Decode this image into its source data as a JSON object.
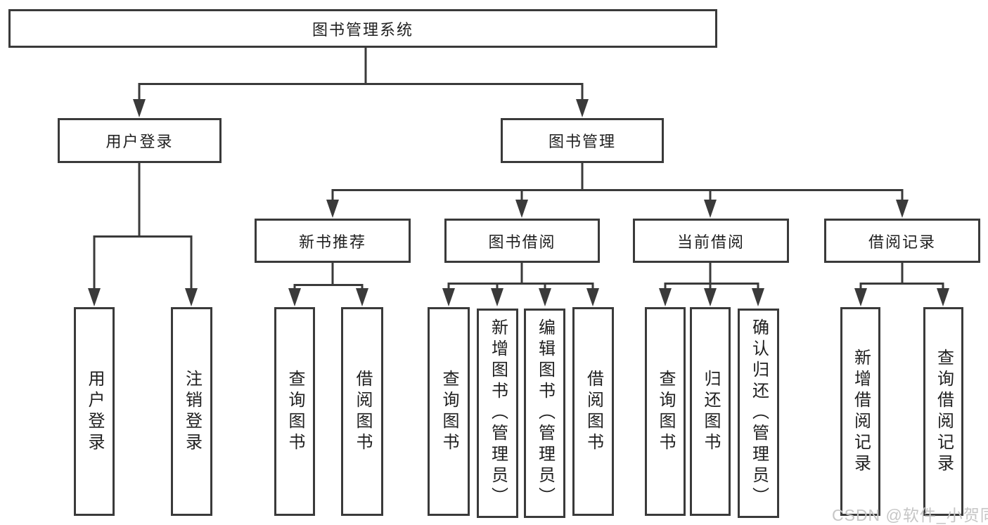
{
  "tree": {
    "root": {
      "label": "图书管理系统",
      "children": [
        {
          "label": "用户登录",
          "children": [
            {
              "label": "用户登录"
            },
            {
              "label": "注销登录"
            }
          ]
        },
        {
          "label": "图书管理",
          "children": [
            {
              "label": "新书推荐",
              "children": [
                {
                  "label": "查询图书"
                },
                {
                  "label": "借阅图书"
                }
              ]
            },
            {
              "label": "图书借阅",
              "children": [
                {
                  "label": "查询图书"
                },
                {
                  "label": "新增图书（管理员）"
                },
                {
                  "label": "编辑图书（管理员）"
                },
                {
                  "label": "借阅图书"
                }
              ]
            },
            {
              "label": "当前借阅",
              "children": [
                {
                  "label": "查询图书"
                },
                {
                  "label": "归还图书"
                },
                {
                  "label": "确认归还（管理员）"
                }
              ]
            },
            {
              "label": "借阅记录",
              "children": [
                {
                  "label": "新增借阅记录"
                },
                {
                  "label": "查询借阅记录"
                }
              ]
            }
          ]
        }
      ]
    }
  },
  "watermark": {
    "text": "CSDN @软件_小贺同学"
  },
  "colors": {
    "line": "#3a3a3a",
    "box_border": "#3a3a3a",
    "text": "#1f1f1f",
    "watermark_text": "#c6c6c6",
    "background": "#ffffff"
  }
}
